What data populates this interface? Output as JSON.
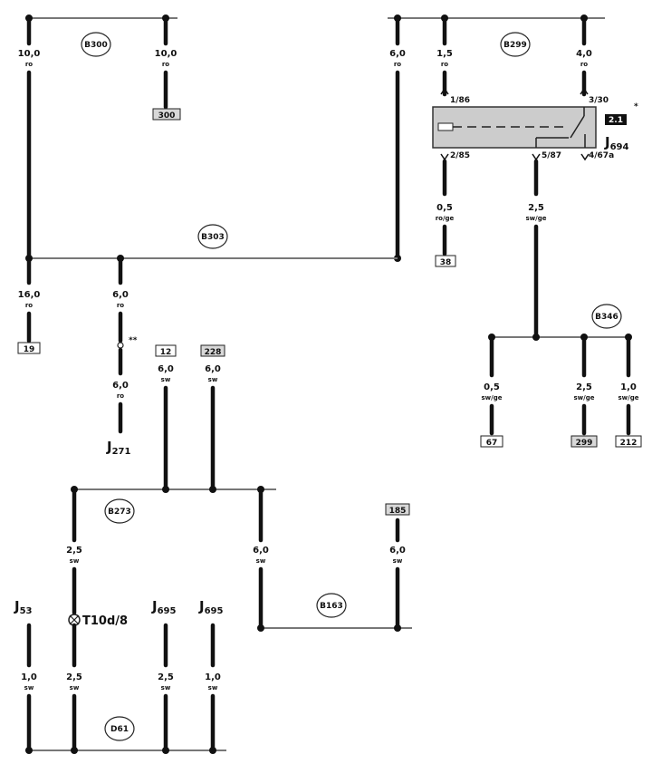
{
  "connectors": {
    "B300": "B300",
    "B299": "B299",
    "B303": "B303",
    "B346": "B346",
    "B273": "B273",
    "B163": "B163",
    "D61": "D61",
    "T10d8": "T10d/8"
  },
  "components": {
    "J694": {
      "main": "J",
      "sub": "694"
    },
    "J271": {
      "main": "J",
      "sub": "271"
    },
    "J53": {
      "main": "J",
      "sub": "53"
    },
    "J695a": {
      "main": "J",
      "sub": "695"
    },
    "J695b": {
      "main": "J",
      "sub": "695"
    },
    "relay_badge": "2.1",
    "relay_star": "*"
  },
  "pins": {
    "p1_86": "1/86",
    "p3_30": "3/30",
    "p2_85": "2/85",
    "p5_87": "5/87",
    "p4_87a": "4/67a"
  },
  "refs": {
    "r300": "300",
    "r19": "19",
    "r38": "38",
    "r12": "12",
    "r228": "228",
    "r67": "67",
    "r299": "299",
    "r212": "212",
    "r185": "185"
  },
  "wires": {
    "w10a": {
      "gauge": "10,0",
      "color": "ro"
    },
    "w10b": {
      "gauge": "10,0",
      "color": "ro"
    },
    "w6top": {
      "gauge": "6,0",
      "color": "ro"
    },
    "w1_5": {
      "gauge": "1,5",
      "color": "ro"
    },
    "w4_0": {
      "gauge": "4,0",
      "color": "ro"
    },
    "w0_5rt": {
      "gauge": "0,5",
      "color": "ro/ge"
    },
    "w2_5sw": {
      "gauge": "2,5",
      "color": "sw/ge"
    },
    "w16": {
      "gauge": "16,0",
      "color": "ro"
    },
    "w6mid": {
      "gauge": "6,0",
      "color": "ro"
    },
    "w6low": {
      "gauge": "6,0",
      "color": "ro"
    },
    "w6sw12": {
      "gauge": "6,0",
      "color": "sw"
    },
    "w6sw228": {
      "gauge": "6,0",
      "color": "sw"
    },
    "w0_5sw": {
      "gauge": "0,5",
      "color": "sw/ge"
    },
    "w2_5swb": {
      "gauge": "2,5",
      "color": "sw/ge"
    },
    "w1_0sw": {
      "gauge": "1,0",
      "color": "sw/ge"
    },
    "w2_5swl": {
      "gauge": "2,5",
      "color": "sw"
    },
    "w6swb": {
      "gauge": "6,0",
      "color": "sw"
    },
    "w6sw185": {
      "gauge": "6,0",
      "color": "sw"
    },
    "w1_0a": {
      "gauge": "1,0",
      "color": "sw"
    },
    "w2_5a": {
      "gauge": "2,5",
      "color": "sw"
    },
    "w2_5b": {
      "gauge": "2,5",
      "color": "sw"
    },
    "w1_0b": {
      "gauge": "1,0",
      "color": "sw"
    }
  },
  "marks": {
    "star2": "**"
  }
}
